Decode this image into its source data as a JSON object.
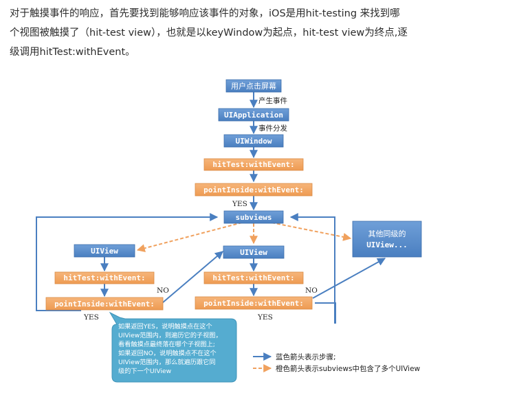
{
  "intro": {
    "line1": "对于触摸事件的响应，首先要找到能够响应该事件的对象，iOS是用hit-testing 来找到哪",
    "line2": "个视图被触摸了（hit-test view），也就是以keyWindow为起点，hit-test view为终点,逐",
    "line3": "级调用hitTest:withEvent。"
  },
  "diagram": {
    "colors": {
      "blue": "#4f86c6",
      "orange": "#f0a460",
      "arrow_blue": "#4a7fc0",
      "arrow_orange": "#f0a15e",
      "callout": "#52aecd"
    },
    "boxes": {
      "user_tap": "用户点击屏幕",
      "uiapplication": "UIApplication",
      "uiwindow": "UIWindow",
      "hittest_main": "hitTest:withEvent:",
      "pointinside_main": "pointInside:withEvent:",
      "subviews": "subviews",
      "uiview_left": "UIView",
      "hittest_left": "hitTest:withEvent:",
      "pointinside_left": "pointInside:withEvent:",
      "uiview_mid": "UIView",
      "hittest_mid": "hitTest:withEvent:",
      "pointinside_mid": "pointInside:withEvent:",
      "sibling_line1": "其他同级的",
      "sibling_line2": "UIView..."
    },
    "labels": {
      "produce_event": "产生事件",
      "dispatch_event": "事件分发",
      "yes_main": "YES",
      "no_left": "NO",
      "yes_left": "YES",
      "no_mid": "NO",
      "yes_mid": "YES"
    },
    "callout": {
      "lines": [
        "如果返回YES，说明触摸点在这个",
        "UIView范围内，则遍历它的子视图，",
        "看看触摸点最终落在哪个子视图上;",
        "如果返回NO，说明触摸点不在这个",
        "UIView范围内，那么就遍历跟它同",
        "级的下一个UIView"
      ]
    },
    "legend": {
      "blue_text": "蓝色箭头表示步骤;",
      "orange_text": "橙色箭头表示subviews中包含了多个UIView"
    }
  }
}
